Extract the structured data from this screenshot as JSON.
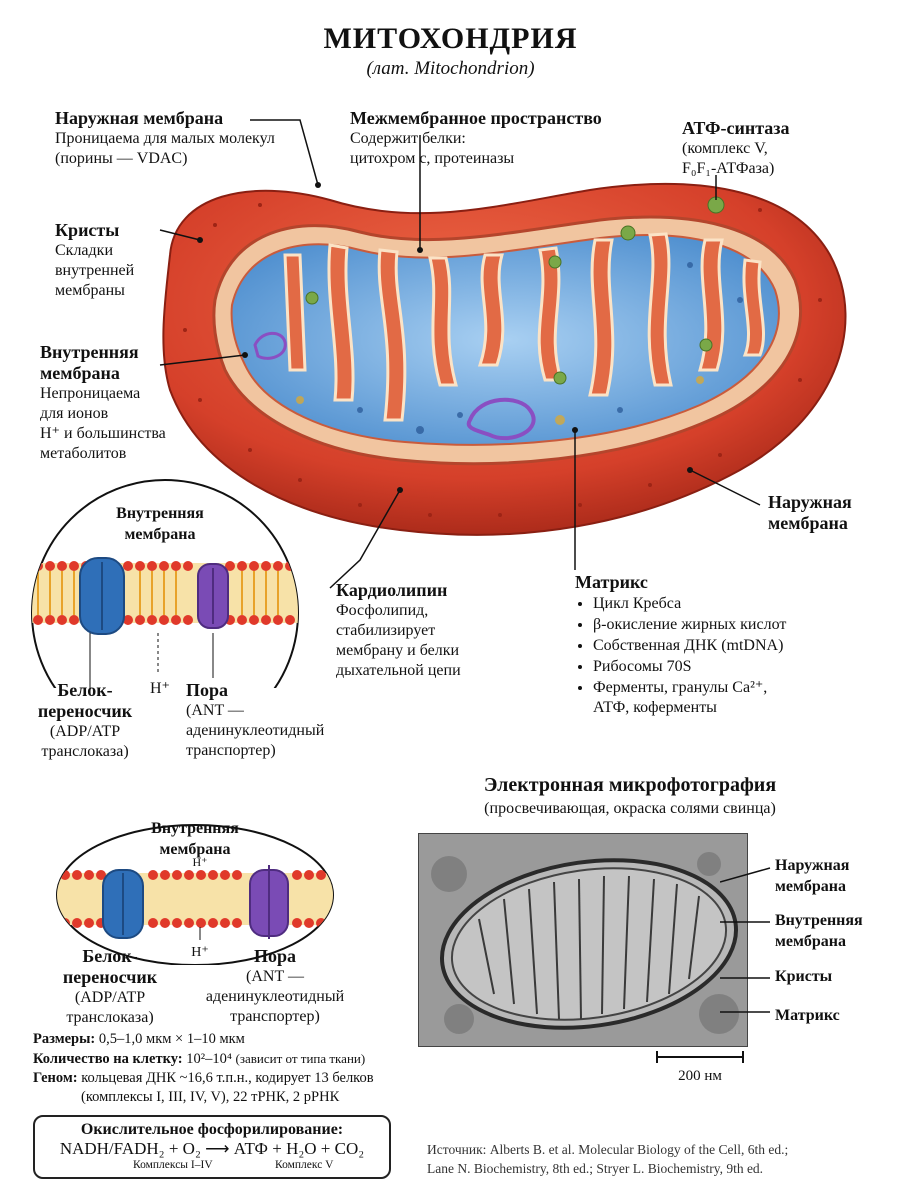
{
  "header": {
    "title": "МИТОХОНДРИЯ",
    "subtitle": "(лат. Mitochondrion)"
  },
  "labels": {
    "outer_membrane_top": {
      "title": "Наружная мембрана",
      "line1": "Проницаема для малых молекул",
      "line2": "(порины — VDAC)"
    },
    "intermembrane": {
      "title": "Межмембранное пространство",
      "line1": "Содержит белки:",
      "line2": "цитохром с, протеиназы"
    },
    "atp_synthase": {
      "title": "АТФ-синтаза",
      "line1": "(комплекс V,",
      "line2": "F₀F₁-АТФаза)"
    },
    "cristae": {
      "title": "Кристы",
      "line1": "Складки",
      "line2": "внутренней",
      "line3": "мембраны"
    },
    "inner_membrane_left": {
      "title1": "Внутренняя",
      "title2": "мембрана",
      "line1": "Непроницаема",
      "line2": "для ионов",
      "line3": "H⁺ и большинства",
      "line4": "метаболитов"
    },
    "outer_membrane_right": {
      "title1": "Наружная",
      "title2": "мембрана"
    },
    "cardiolipin": {
      "title": "Кардиолипин",
      "line1": "Фосфолипид,",
      "line2": "стабилизирует",
      "line3": "мембрану и белки",
      "line4": "дыхательной цепи"
    },
    "matrix": {
      "title": "Матрикс",
      "items": [
        "Цикл Кребса",
        "β-окисление жирных кислот",
        "Собственная ДНК (mtDNA)",
        "Рибосомы 70S",
        "Ферменты, гранулы Ca²⁺,",
        "АТФ, коферменты"
      ]
    }
  },
  "inset1": {
    "header1": "Внутренняя",
    "header2": "мембрана",
    "carrier_title1": "Белок-",
    "carrier_title2": "переносчик",
    "carrier_sub1": "(ADP/ATP",
    "carrier_sub2": "транслоказа)",
    "h_label": "H⁺",
    "pore_title": "Пора",
    "pore_sub1": "(ANT —",
    "pore_sub2": "аденинуклеотидный",
    "pore_sub3": "транспортер)"
  },
  "inset2": {
    "header1": "Внутренняя",
    "header2": "мембрана",
    "h_top": "H⁺",
    "h_bottom": "H⁺",
    "carrier_title1": "Белок-",
    "carrier_title2": "переносчик",
    "carrier_sub1": "(ADP/ATP",
    "carrier_sub2": "транслоказа)",
    "pore_title": "Пора",
    "pore_sub1": "(ANT —",
    "pore_sub2": "аденинуклеотидный",
    "pore_sub3": "транспортер)"
  },
  "em": {
    "title": "Электронная микрофотография",
    "subtitle": "(просвечивающая, окраска солями свинца)",
    "labels": {
      "outer1": "Наружная",
      "outer2": "мембрана",
      "inner1": "Внутренняя",
      "inner2": "мембрана",
      "cristae": "Кристы",
      "matrix": "Матрикс"
    },
    "scale": "200 нм"
  },
  "facts": {
    "size_label": "Размеры:",
    "size_value": " 0,5–1,0 мкм × 1–10 мкм",
    "count_label": "Количество на клетку:",
    "count_value": " 10²–10⁴ ",
    "count_note": "(зависит от типа ткани)",
    "genome_label": "Геном:",
    "genome_value1": " кольцевая ДНК ~16,6 т.п.н., кодирует 13 белков",
    "genome_value2": "(комплексы I, III, IV, V), 22 тРНК, 2 рРНК"
  },
  "oxphos": {
    "title": "Окислительное фосфорилирование:",
    "equation": "NADH/FADH₂ + O₂ ⟶ АТФ + H₂O + CO₂",
    "note1": "Комплексы I–IV",
    "note2": "Комплекс V"
  },
  "source": {
    "line1": "Источник: Alberts B. et al. Molecular Biology of the Cell, 6th ed.;",
    "line2": "Lane N. Biochemistry, 8th ed.; Stryer L. Biochemistry, 9th ed."
  },
  "colors": {
    "outer": "#d9452b",
    "outer_dark": "#a82a18",
    "inner": "#e86a45",
    "matrix": "#5ea0d8",
    "matrix_light": "#9cc8ee",
    "lipid_head": "#e0392a",
    "lipid_tail": "#f0b23a",
    "carrier": "#2f6fb8",
    "pore": "#7a4bb5"
  }
}
